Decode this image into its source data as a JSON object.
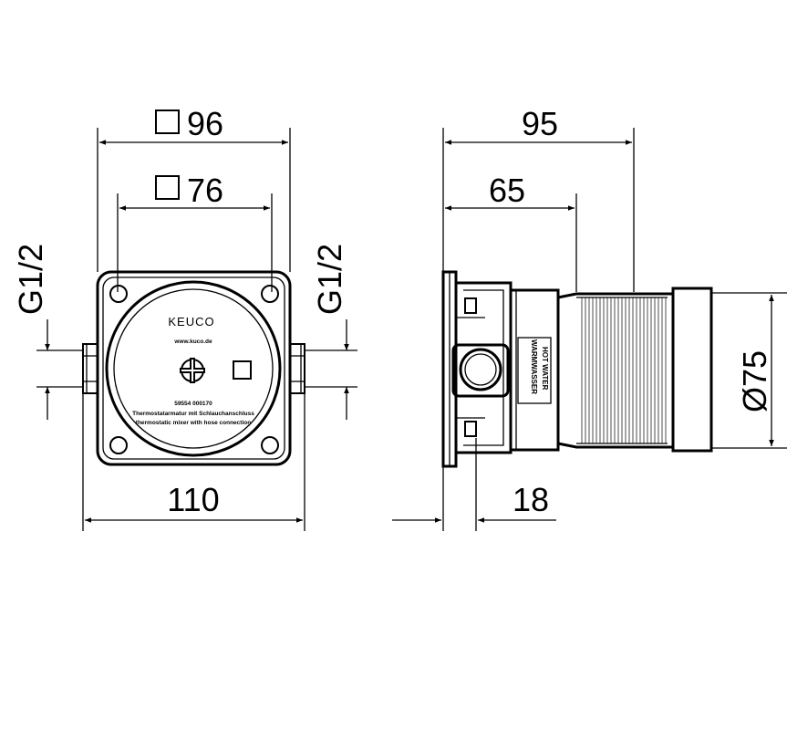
{
  "front_view": {
    "dim_square_outer": "96",
    "dim_square_inner": "76",
    "dim_width": "110",
    "thread_left": "G1/2",
    "thread_right": "G1/2",
    "brand": "KEUCO",
    "website": "www.kuco.de",
    "part_number": "59554 000170",
    "desc_de": "Thermostatarmatur mit Schlauchanschluss",
    "desc_en": "thermostatic mixer with hose connection"
  },
  "side_view": {
    "dim_total_depth": "95",
    "dim_body_depth": "65",
    "dim_diameter": "Ø75",
    "dim_offset": "18",
    "label_de": "WARMWASSER",
    "label_en": "HOT WATER"
  }
}
